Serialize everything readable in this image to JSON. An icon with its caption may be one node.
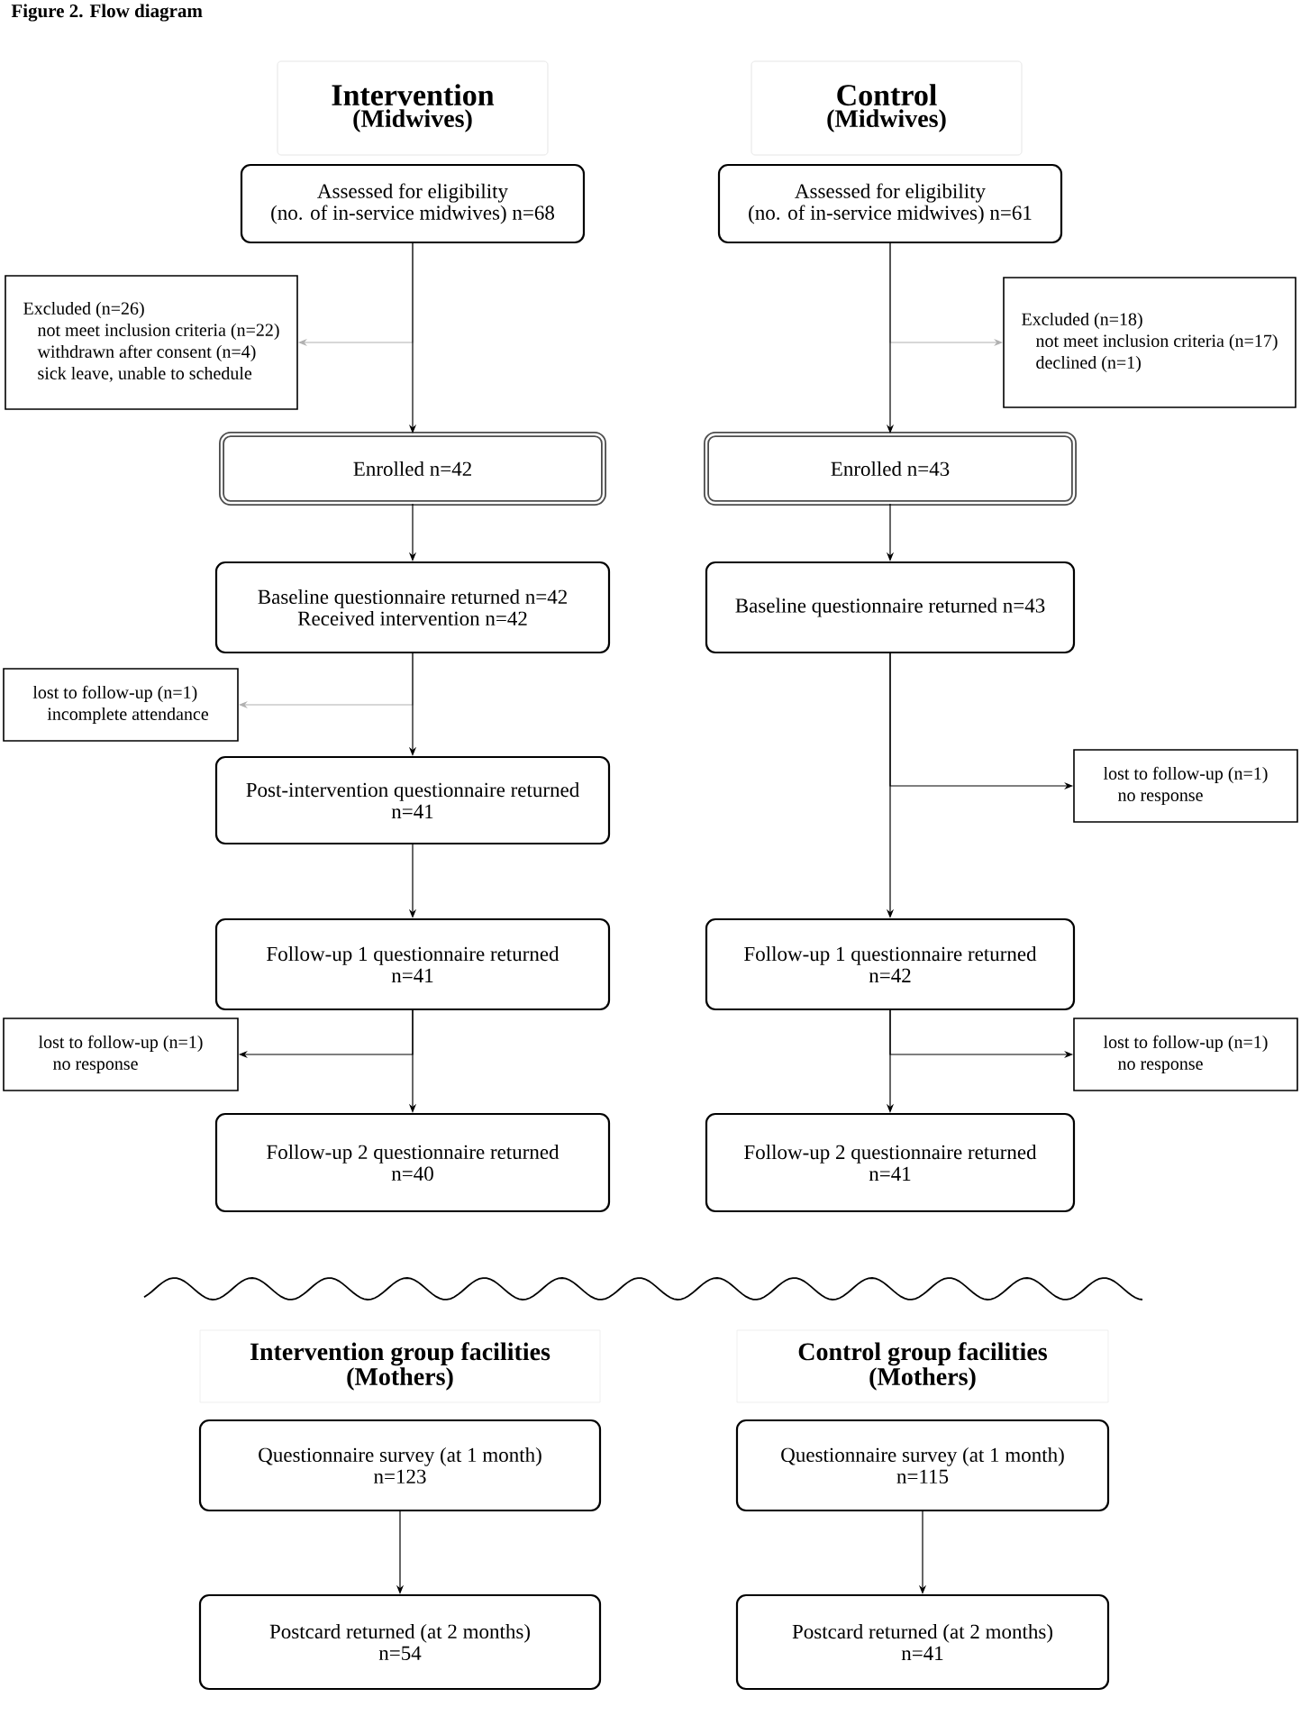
{
  "diagram": {
    "title": "Figure 2. Flow diagram",
    "nodes": [
      {
        "text": [
          "Intervention",
          "(Midwives)"
        ]
      },
      {
        "text": [
          "Control",
          "(Midwives)"
        ]
      },
      {
        "text": [
          "Assessed for eligibility",
          "(no. of in-service midwives) n=68"
        ]
      },
      {
        "text": [
          "Assessed for eligibility",
          "(no. of in-service midwives) n=61"
        ]
      },
      {
        "text": [
          "Excluded (n=26)",
          "not meet inclusion criteria (n=22)",
          "withdrawn after consent (n=4)",
          "sick leave, unable to schedule"
        ]
      },
      {
        "text": [
          "Excluded (n=18)",
          "not meet inclusion criteria (n=17)",
          "declined (n=1)"
        ]
      },
      {
        "text": [
          "Enrolled n=42"
        ]
      },
      {
        "text": [
          "Enrolled n=43"
        ]
      },
      {
        "text": [
          "Baseline questionnaire returned  n=42",
          "Received intervention n=42"
        ]
      },
      {
        "text": [
          "Baseline questionnaire returned  n=43"
        ]
      },
      {
        "text": [
          "lost to follow-up (n=1)",
          "incomplete attendance"
        ]
      },
      {
        "text": [
          "Post-intervention questionnaire returned",
          "n=41"
        ]
      },
      {
        "text": [
          "lost to follow-up (n=1)",
          "no response"
        ]
      },
      {
        "text": [
          "Follow-up 1 questionnaire returned",
          "n=41"
        ]
      },
      {
        "text": [
          "Follow-up 1 questionnaire returned",
          "n=42"
        ]
      },
      {
        "text": [
          "lost to follow-up (n=1)",
          "no response"
        ]
      },
      {
        "text": [
          "lost to follow-up (n=1)",
          "no response"
        ]
      },
      {
        "text": [
          "Follow-up 2 questionnaire returned",
          "n=40"
        ]
      },
      {
        "text": [
          "Follow-up 2 questionnaire returned",
          "n=41"
        ]
      },
      {
        "text": [
          "Intervention group facilities",
          "(Mothers)"
        ]
      },
      {
        "text": [
          "Control group facilities",
          "(Mothers)"
        ]
      },
      {
        "text": [
          "Questionnaire survey (at 1 month)",
          "n=123"
        ]
      },
      {
        "text": [
          "Questionnaire survey (at 1 month)",
          "n=115"
        ]
      },
      {
        "text": [
          "Postcard returned  (at 2 months)",
          "n=54"
        ]
      },
      {
        "text": [
          "Postcard returned (at 2 months)",
          "n=41"
        ]
      }
    ],
    "edges": [
      {
        "from": 2,
        "to": 6,
        "arrow": "to"
      },
      {
        "from": 2,
        "to": 4,
        "arrow": "to",
        "color": "#b0b0b0"
      },
      {
        "from": 3,
        "to": 7,
        "arrow": "to"
      },
      {
        "from": 3,
        "to": 5,
        "arrow": "to",
        "color": "#b0b0b0"
      },
      {
        "from": 6,
        "to": 8,
        "arrow": "to"
      },
      {
        "from": 7,
        "to": 9,
        "arrow": "to"
      },
      {
        "from": 8,
        "to": 11,
        "arrow": "to"
      },
      {
        "from": 8,
        "to": 10,
        "arrow": "to",
        "color": "#b0b0b0"
      },
      {
        "from": 9,
        "to": 14,
        "arrow": "to"
      },
      {
        "from": 9,
        "to": 12,
        "arrow": "to"
      },
      {
        "from": 11,
        "to": 13,
        "arrow": "to"
      },
      {
        "from": 13,
        "to": 17,
        "arrow": "to"
      },
      {
        "from": 13,
        "to": 15,
        "arrow": "to"
      },
      {
        "from": 14,
        "to": 18,
        "arrow": "to"
      },
      {
        "from": 14,
        "to": 16,
        "arrow": "to"
      },
      {
        "from": 21,
        "to": 23,
        "arrow": "to"
      },
      {
        "from": 22,
        "to": 24,
        "arrow": "to"
      }
    ]
  }
}
